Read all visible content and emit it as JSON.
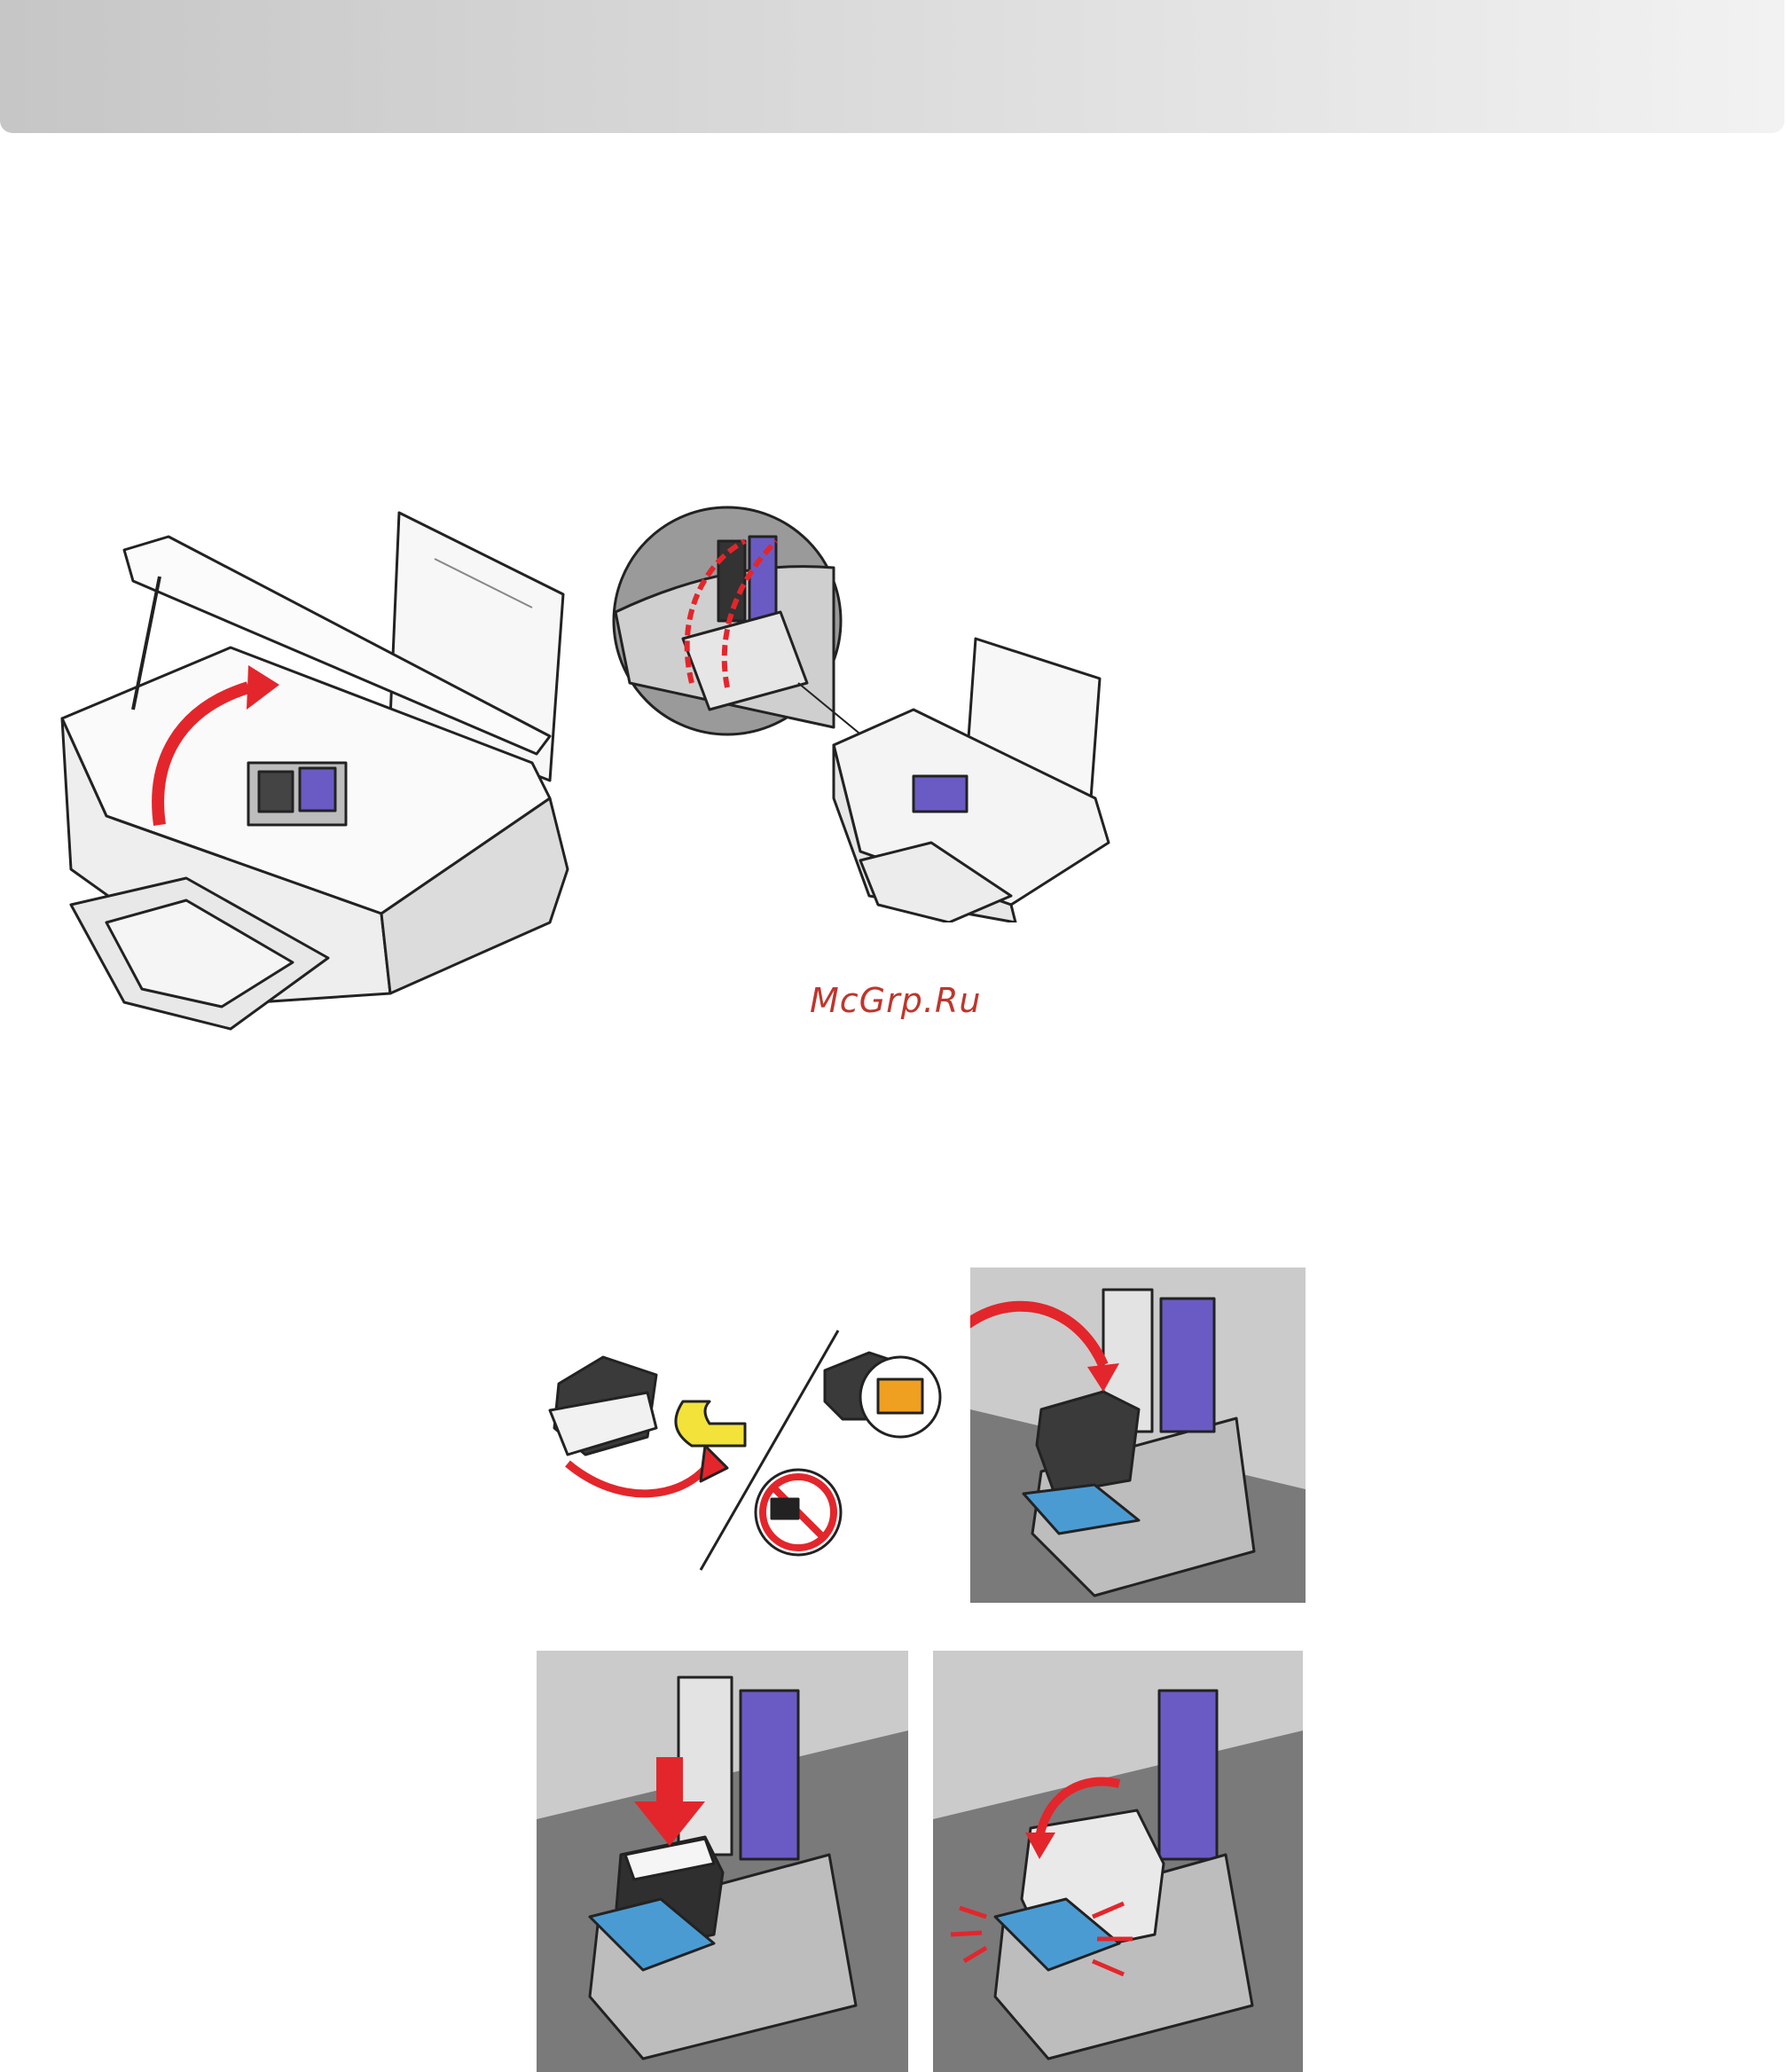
{
  "page": {
    "watermark": "McGrp.Ru"
  },
  "colors": {
    "header_gradient_start": "#c6c6c6",
    "header_gradient_end": "#f2f2f2",
    "arrow_red": "#e3262b",
    "cartridge_purple": "#6a5bc4",
    "latch_blue": "#4b9bd3",
    "panel_gray": "#cbcbcb",
    "panel_floor": "#7a7a7a",
    "contacts_orange": "#f0a020",
    "tape_yellow": "#f2e23a"
  },
  "illustrations": [
    {
      "id": "open-scanner-unit",
      "icons": [
        "printer-icon",
        "curved-arrow-icon"
      ]
    },
    {
      "id": "open-cartridge-carrier-lids",
      "icons": [
        "magnifier-callout-icon",
        "printer-small-icon"
      ]
    },
    {
      "id": "remove-tape-from-cartridge",
      "icons": [
        "cartridge-icon",
        "tape-icon",
        "no-touch-contacts-icon"
      ]
    },
    {
      "id": "insert-black-cartridge",
      "icons": [
        "carrier-icon",
        "curved-arrow-icon"
      ]
    },
    {
      "id": "press-cartridge-down",
      "icons": [
        "carrier-icon",
        "down-arrow-icon"
      ]
    },
    {
      "id": "close-carrier-lid",
      "icons": [
        "carrier-icon",
        "snap-lines-icon"
      ]
    }
  ]
}
